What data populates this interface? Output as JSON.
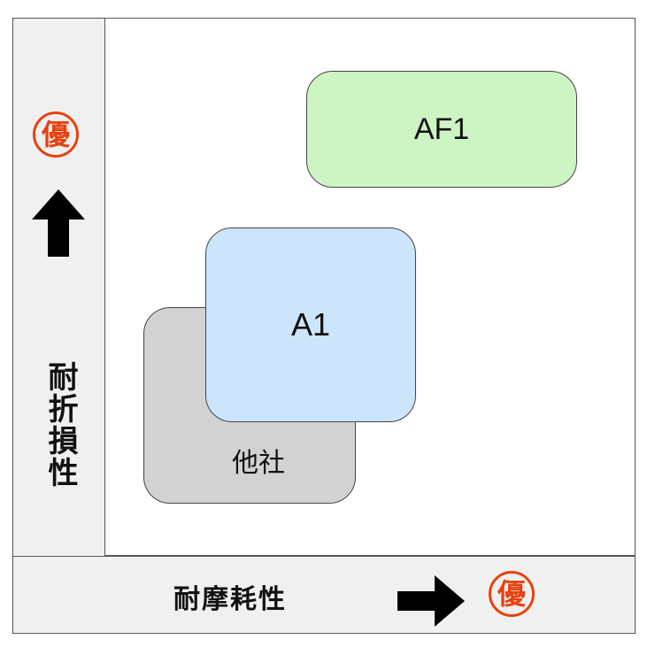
{
  "axes": {
    "y_label": "耐折損性",
    "x_label": "耐摩耗性",
    "superior_badge": "優",
    "arrow_color": "#000000",
    "badge_color": "#e8410f"
  },
  "items": [
    {
      "label": "AF1",
      "color": "#cdf5c4"
    },
    {
      "label": "A1",
      "color": "#cce5fb"
    },
    {
      "label": "他社",
      "color": "#d2d2d2"
    }
  ]
}
